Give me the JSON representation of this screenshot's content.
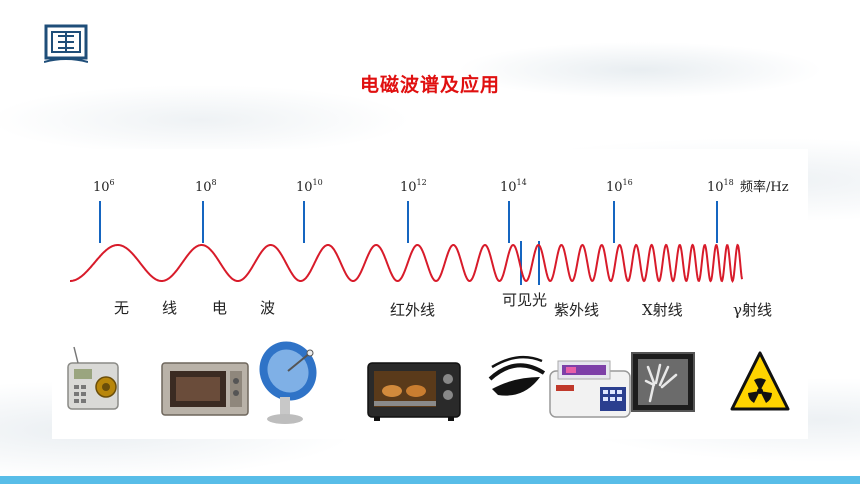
{
  "slide": {
    "title": "电磁波谱及应用"
  },
  "spectrum": {
    "unit_label": "频率/Hz",
    "ticks": [
      {
        "base": "10",
        "exp": "6"
      },
      {
        "base": "10",
        "exp": "8"
      },
      {
        "base": "10",
        "exp": "10"
      },
      {
        "base": "10",
        "exp": "12"
      },
      {
        "base": "10",
        "exp": "14"
      },
      {
        "base": "10",
        "exp": "16"
      },
      {
        "base": "10",
        "exp": "18"
      }
    ],
    "bands": {
      "radio": [
        "无",
        "线",
        "电",
        "波"
      ],
      "infrared": "红外线",
      "visible": "可见光",
      "ultraviolet": "紫外线",
      "xray": "X射线",
      "gamma": "γ射线"
    },
    "wave_color": "#d81b2a",
    "tick_color": "#1565c0"
  },
  "applications": [
    {
      "name": "radio-icon"
    },
    {
      "name": "microwave-oven-icon"
    },
    {
      "name": "satellite-dish-icon"
    },
    {
      "name": "toaster-oven-icon"
    },
    {
      "name": "eye-icon"
    },
    {
      "name": "currency-detector-icon"
    },
    {
      "name": "xray-hand-icon"
    },
    {
      "name": "radiation-warning-icon"
    }
  ]
}
